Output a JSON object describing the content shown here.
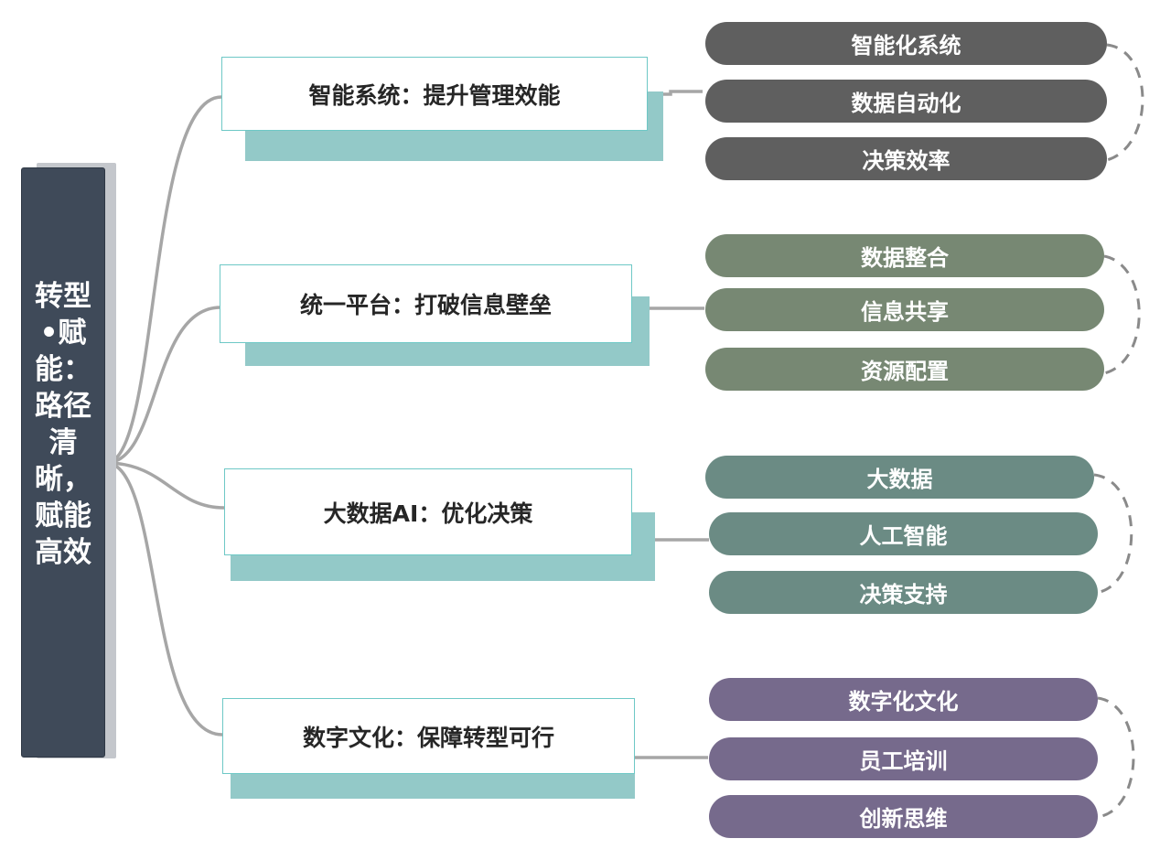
{
  "root": {
    "label": "转型•赋能：路径清晰，赋能高效"
  },
  "branches": [
    {
      "label": "智能系统：提升管理效能",
      "color": "#5f5f5f",
      "children": [
        "智能化系统",
        "数据自动化",
        "决策效率"
      ]
    },
    {
      "label": "统一平台：打破信息壁垒",
      "color": "#778873",
      "children": [
        "数据整合",
        "信息共享",
        "资源配置"
      ]
    },
    {
      "label": "大数据AI：优化决策",
      "color": "#6b8b84",
      "children": [
        "大数据",
        "人工智能",
        "决策支持"
      ]
    },
    {
      "label": "数字文化：保障转型可行",
      "color": "#766a8c",
      "children": [
        "数字化文化",
        "员工培训",
        "创新思维"
      ]
    }
  ],
  "colors": {
    "root": "#3f4a59",
    "branch_border": "#6ec8c6",
    "branch_shadow": "#93c9c8",
    "connector": "#a6a6a6"
  }
}
